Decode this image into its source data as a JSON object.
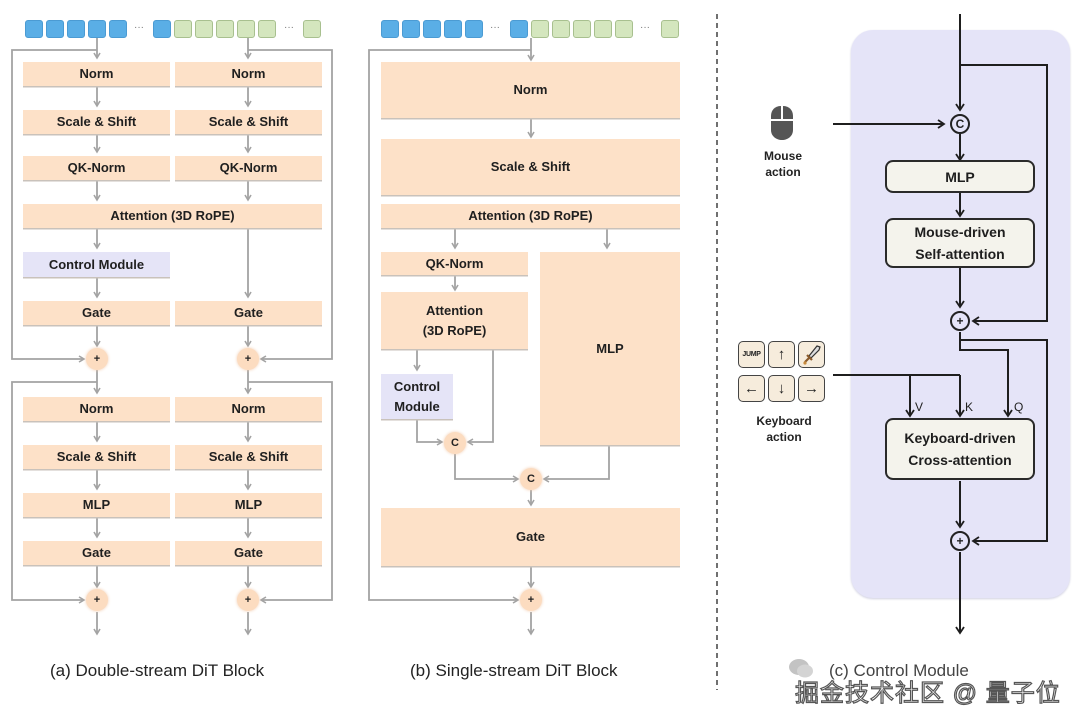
{
  "colors": {
    "block_fill": "#fde1c8",
    "control_fill": "#e5e4f7",
    "token_image": "#5aaee6",
    "token_text": "#d4e6be",
    "panel_fill": "#e5e4f8",
    "arrow_gray": "#a3a3a3",
    "arrow_dark": "#1e1e1e"
  },
  "token_ellipsis": "···",
  "panel_a": {
    "caption": "(a) Double-stream DiT Block",
    "left_stream": [
      "Norm",
      "Scale & Shift",
      "QK-Norm",
      "Control Module",
      "Gate",
      "Norm",
      "Scale & Shift",
      "MLP",
      "Gate"
    ],
    "right_stream": [
      "Norm",
      "Scale & Shift",
      "QK-Norm",
      "Gate",
      "Norm",
      "Scale & Shift",
      "MLP",
      "Gate"
    ],
    "shared_attention": "Attention (3D RoPE)",
    "add_symbol": "+"
  },
  "panel_b": {
    "caption": "(b) Single-stream DiT Block",
    "norm": "Norm",
    "scale_shift": "Scale & Shift",
    "attention_top": "Attention (3D RoPE)",
    "qk_norm": "QK-Norm",
    "attention_inner": "Attention\n(3D RoPE)",
    "mlp": "MLP",
    "control_module": "Control\nModule",
    "gate": "Gate",
    "concat_symbol": "C",
    "add_symbol": "+"
  },
  "panel_c": {
    "caption": "(c) Control Module",
    "mouse_label": "Mouse\naction",
    "keyboard_label": "Keyboard\naction",
    "keys": [
      "JUMP",
      "↑",
      "sword",
      "←",
      "↓",
      "→"
    ],
    "mlp": "MLP",
    "self_attention": "Mouse-driven\nSelf-attention",
    "cross_attention": "Keyboard-driven\nCross-attention",
    "v_label": "V",
    "k_label": "K",
    "q_label": "Q",
    "concat_symbol": "C",
    "add_symbol": "+"
  },
  "watermark": "掘金技术社区 @ 量子位"
}
